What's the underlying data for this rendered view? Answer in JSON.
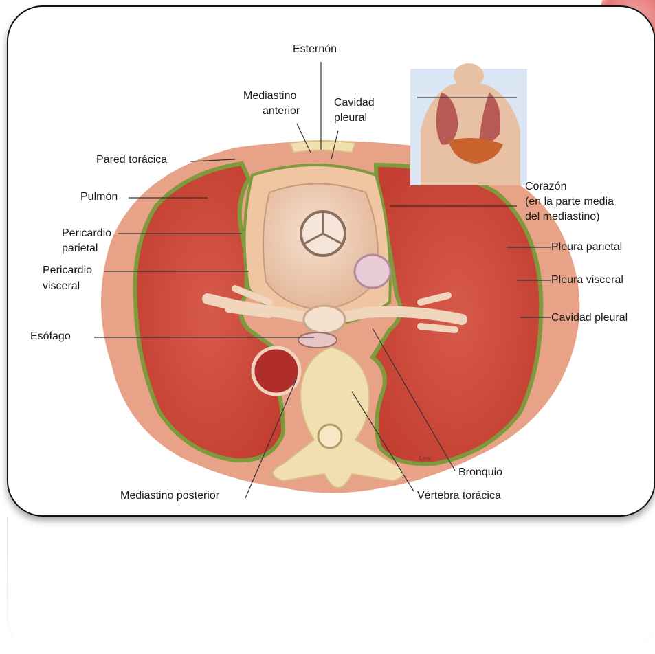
{
  "labels": {
    "esternon": "Esternón",
    "mediastino_anterior_1": "Mediastino",
    "mediastino_anterior_2": "anterior",
    "cavidad_pleural_top_1": "Cavidad",
    "cavidad_pleural_top_2": "pleural",
    "pared_toracica": "Pared torácica",
    "pulmon": "Pulmón",
    "pericardio_parietal_1": "Pericardio",
    "pericardio_parietal_2": "parietal",
    "pericardio_visceral_1": "Pericardio",
    "pericardio_visceral_2": "visceral",
    "esofago": "Esófago",
    "corazon_1": "Corazón",
    "corazon_2": "(en la parte media",
    "corazon_3": "del mediastino)",
    "pleura_parietal": "Pleura parietal",
    "pleura_visceral": "Pleura visceral",
    "cavidad_pleural_right": "Cavidad pleural",
    "bronquio": "Bronquio",
    "vertebra_toracica": "Vértebra torácica",
    "mediastino_posterior": "Mediastino posterior",
    "artist_signature": "Lew"
  },
  "colors": {
    "lung": "#cf4a3c",
    "chest_wall": "#e7a287",
    "pleura_green": "#7f9a3c",
    "pericardium": "#efc5a2",
    "bone": "#f2dfb0",
    "aorta": "#b02e2a",
    "frame_border": "#111111"
  }
}
